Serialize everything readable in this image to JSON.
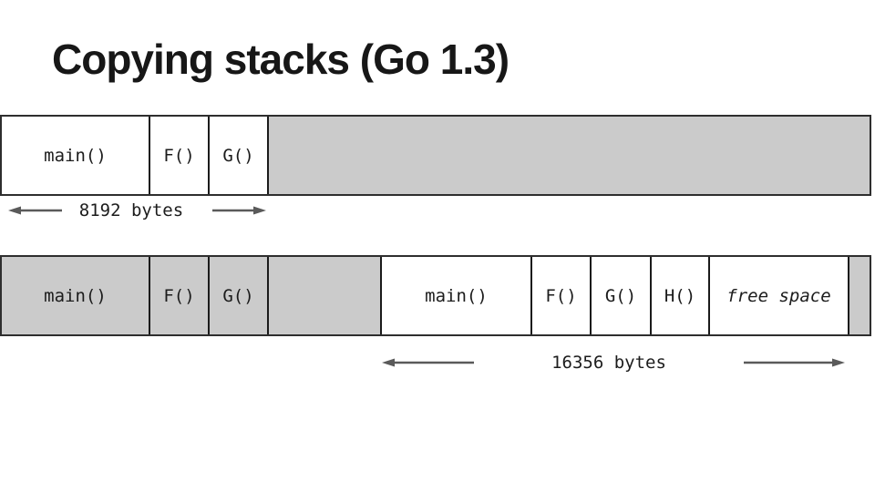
{
  "slide": {
    "title": "Copying stacks (Go 1.3)"
  },
  "colors": {
    "background": "#ffffff",
    "segment_gray": "#cbcbcb",
    "border_dark": "#2e2e2e",
    "text": "#1c1c1c",
    "arrow": "#5a5a5a"
  },
  "icons": {
    "left_arrow": "←",
    "right_arrow": "→"
  },
  "top_stack": {
    "annotation": "8192 bytes",
    "segments": [
      {
        "label": "main()",
        "fill": "white"
      },
      {
        "label": "F()",
        "fill": "white"
      },
      {
        "label": "G()",
        "fill": "white"
      },
      {
        "label": "",
        "fill": "gray"
      }
    ]
  },
  "bottom_stack": {
    "annotation": "16356 bytes",
    "segments": [
      {
        "label": "main()",
        "fill": "gray"
      },
      {
        "label": "F()",
        "fill": "gray"
      },
      {
        "label": "G()",
        "fill": "gray"
      },
      {
        "label": "",
        "fill": "gray"
      },
      {
        "label": "main()",
        "fill": "white"
      },
      {
        "label": "F()",
        "fill": "white"
      },
      {
        "label": "G()",
        "fill": "white"
      },
      {
        "label": "H()",
        "fill": "white"
      },
      {
        "label": "free space",
        "fill": "white",
        "style": "italic"
      },
      {
        "label": "",
        "fill": "gray"
      }
    ]
  }
}
